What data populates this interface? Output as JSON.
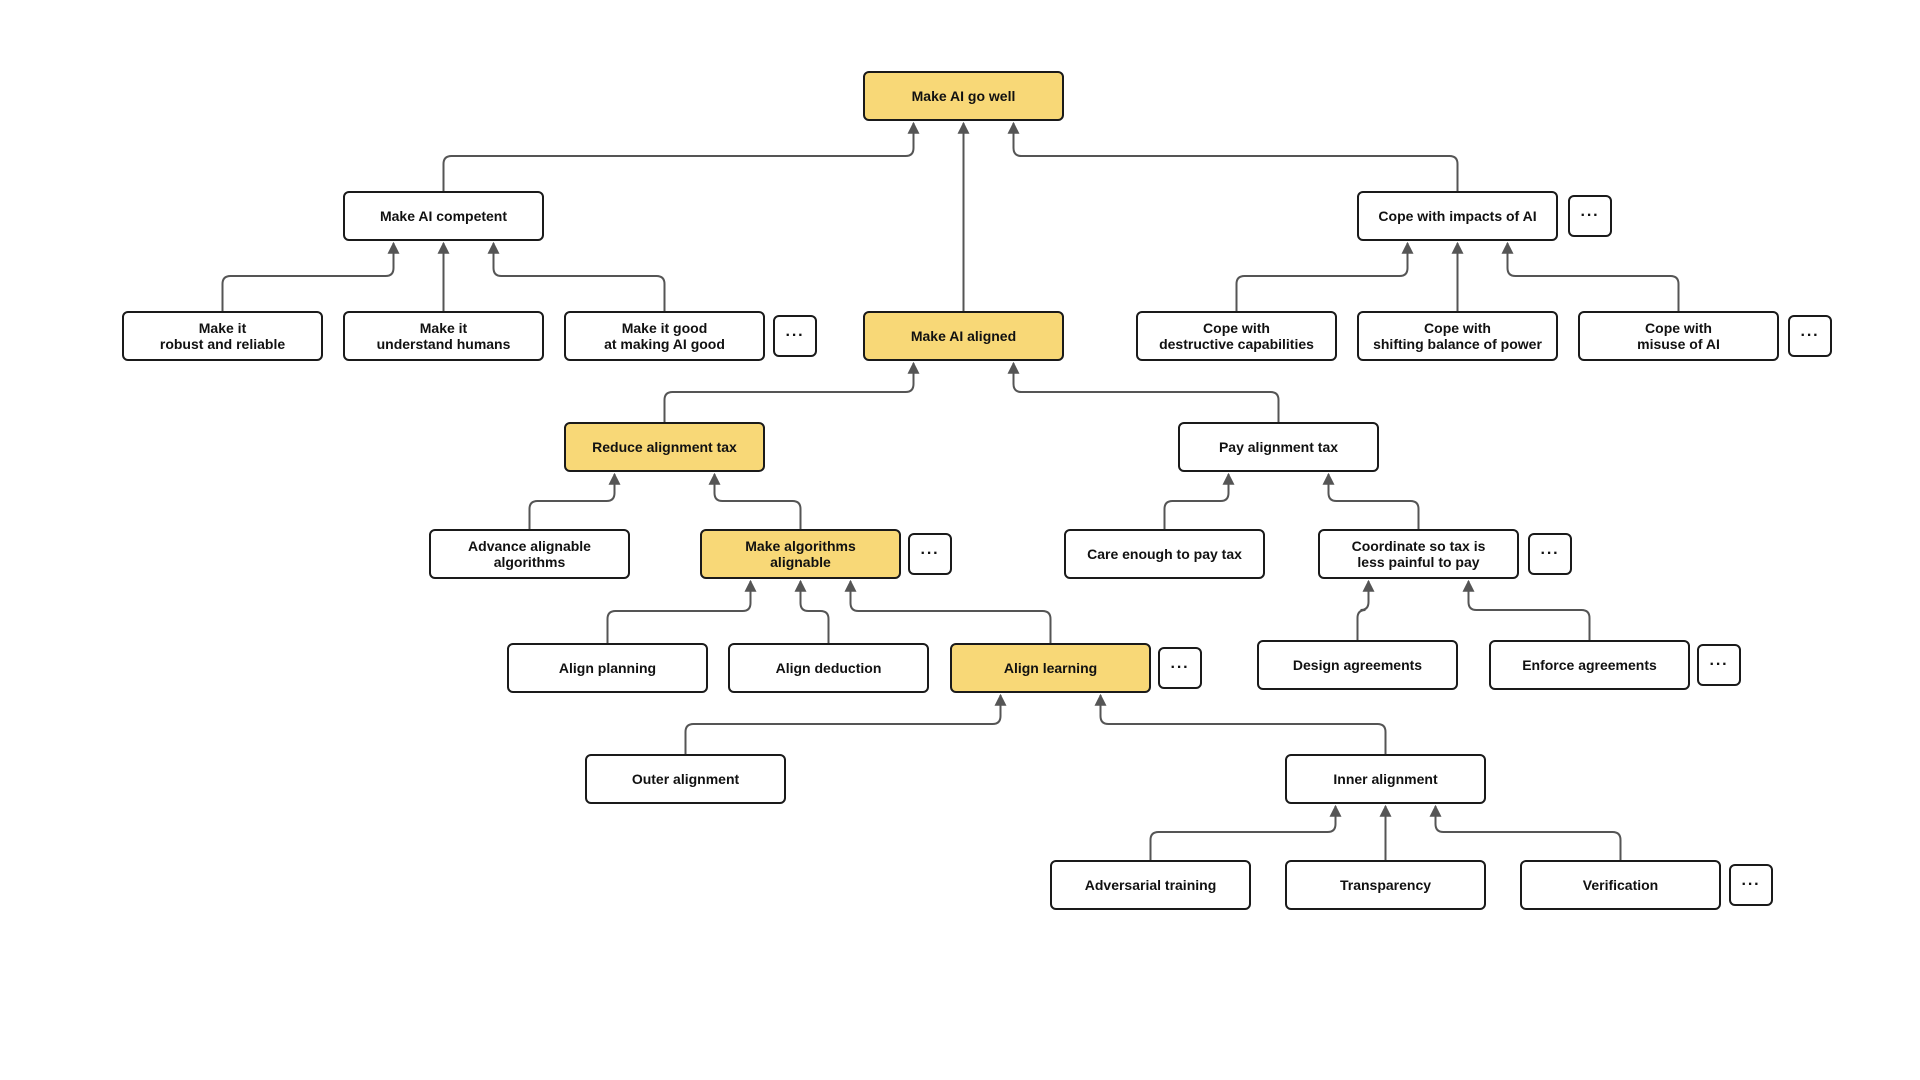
{
  "diagram": {
    "colors": {
      "highlight": "#f8d877",
      "node_fill": "#ffffff",
      "border": "#1a1a1a",
      "edge": "#555555"
    },
    "more_label": "···",
    "nodes": {
      "root": {
        "label": "Make AI go well",
        "highlighted": true
      },
      "competent": {
        "label": "Make AI competent",
        "highlighted": false
      },
      "robust": {
        "label": "Make it\nrobust and reliable",
        "highlighted": false
      },
      "understand": {
        "label": "Make it\nunderstand humans",
        "highlighted": false
      },
      "good_at_good": {
        "label": "Make it good\nat making AI good",
        "highlighted": false
      },
      "aligned": {
        "label": "Make AI aligned",
        "highlighted": true
      },
      "cope": {
        "label": "Cope with impacts of AI",
        "highlighted": false
      },
      "cope_destructive": {
        "label": "Cope with\ndestructive capabilities",
        "highlighted": false
      },
      "cope_power": {
        "label": "Cope with\nshifting balance of power",
        "highlighted": false
      },
      "cope_misuse": {
        "label": "Cope with\nmisuse of AI",
        "highlighted": false
      },
      "reduce_tax": {
        "label": "Reduce alignment tax",
        "highlighted": true
      },
      "pay_tax": {
        "label": "Pay alignment tax",
        "highlighted": false
      },
      "advance": {
        "label": "Advance alignable\nalgorithms",
        "highlighted": false
      },
      "make_alignable": {
        "label": "Make algorithms\nalignable",
        "highlighted": true
      },
      "care": {
        "label": "Care enough to pay tax",
        "highlighted": false
      },
      "coordinate": {
        "label": "Coordinate so tax is\nless painful to pay",
        "highlighted": false
      },
      "align_planning": {
        "label": "Align planning",
        "highlighted": false
      },
      "align_deduction": {
        "label": "Align deduction",
        "highlighted": false
      },
      "align_learning": {
        "label": "Align learning",
        "highlighted": true
      },
      "design_agreements": {
        "label": "Design agreements",
        "highlighted": false
      },
      "enforce_agreements": {
        "label": "Enforce agreements",
        "highlighted": false
      },
      "outer": {
        "label": "Outer alignment",
        "highlighted": false
      },
      "inner": {
        "label": "Inner alignment",
        "highlighted": false
      },
      "adversarial": {
        "label": "Adversarial training",
        "highlighted": false
      },
      "transparency": {
        "label": "Transparency",
        "highlighted": false
      },
      "verification": {
        "label": "Verification",
        "highlighted": false
      }
    },
    "edges": [
      [
        "competent",
        "root"
      ],
      [
        "aligned",
        "root"
      ],
      [
        "cope",
        "root"
      ],
      [
        "robust",
        "competent"
      ],
      [
        "understand",
        "competent"
      ],
      [
        "good_at_good",
        "competent"
      ],
      [
        "cope_destructive",
        "cope"
      ],
      [
        "cope_power",
        "cope"
      ],
      [
        "cope_misuse",
        "cope"
      ],
      [
        "reduce_tax",
        "aligned"
      ],
      [
        "pay_tax",
        "aligned"
      ],
      [
        "advance",
        "reduce_tax"
      ],
      [
        "make_alignable",
        "reduce_tax"
      ],
      [
        "care",
        "pay_tax"
      ],
      [
        "coordinate",
        "pay_tax"
      ],
      [
        "align_planning",
        "make_alignable"
      ],
      [
        "align_deduction",
        "make_alignable"
      ],
      [
        "align_learning",
        "make_alignable"
      ],
      [
        "design_agreements",
        "coordinate"
      ],
      [
        "enforce_agreements",
        "coordinate"
      ],
      [
        "outer",
        "align_learning"
      ],
      [
        "inner",
        "align_learning"
      ],
      [
        "adversarial",
        "inner"
      ],
      [
        "transparency",
        "inner"
      ],
      [
        "verification",
        "inner"
      ]
    ]
  }
}
